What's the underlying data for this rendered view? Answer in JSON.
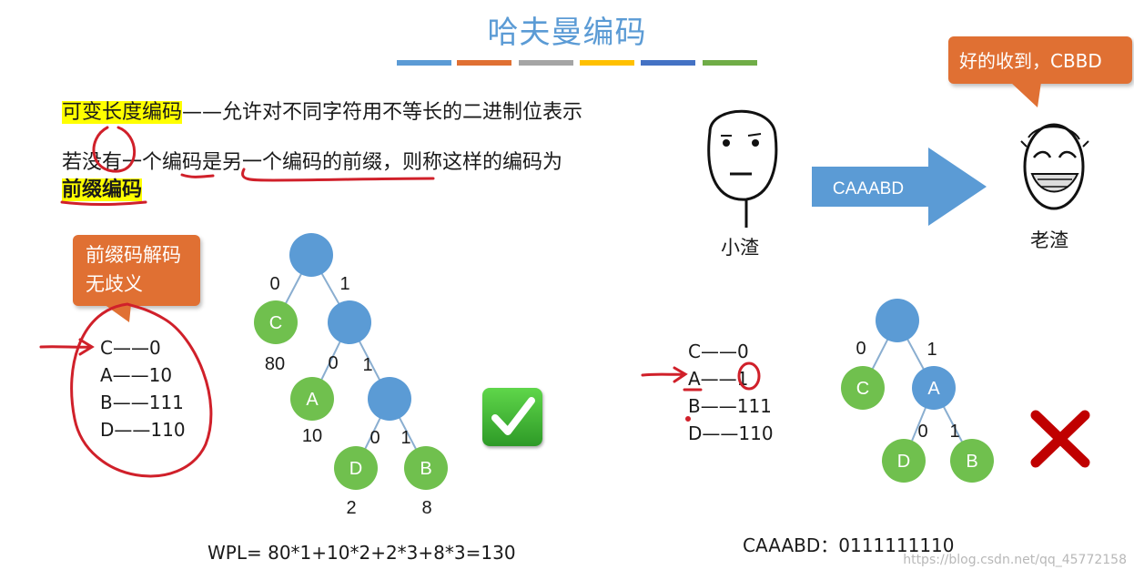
{
  "title": "哈夫曼编码",
  "title_bar_colors": [
    "#5b9bd5",
    "#e07033",
    "#a5a5a5",
    "#ffc000",
    "#4472c4",
    "#70ad47"
  ],
  "definition": {
    "term": "可变长度编码",
    "text": "——允许对不同字符用不等长的二进制位表示"
  },
  "prefix_rule": {
    "line": "若没有一个编码是另一个编码的前缀，则称这样的编码为",
    "term": "前缀编码"
  },
  "callout_unambiguous": "前缀码解码无歧义",
  "callout_received": "好的收到，CBBD",
  "left_codes": [
    "C——0",
    "A——10",
    "B——111",
    "D——110"
  ],
  "left_tree": {
    "nodes": [
      "C",
      "A",
      "D",
      "B"
    ],
    "edge_labels": [
      "0",
      "1",
      "0",
      "1",
      "0",
      "1"
    ],
    "weights": [
      "80",
      "10",
      "2",
      "8"
    ]
  },
  "wpl": "WPL= 80*1+10*2+2*3+8*3=130",
  "right_codes": [
    "C——0",
    "A——1",
    "B——111",
    "D——110"
  ],
  "right_tree": {
    "nodes": [
      "C",
      "A",
      "D",
      "B"
    ],
    "edge_labels": [
      "0",
      "1",
      "0",
      "1"
    ]
  },
  "arrow_text": "CAAABD",
  "sender": "小渣",
  "receiver": "老渣",
  "encoded_message": "CAAABD：0111111110",
  "watermark": "https://blog.csdn.net/qq_45772158",
  "colors": {
    "node_blue": "#5b9bd5",
    "leaf_green": "#70c04e",
    "orange": "#e07033",
    "red_ink": "#d0202a",
    "x_red": "#c00000"
  }
}
